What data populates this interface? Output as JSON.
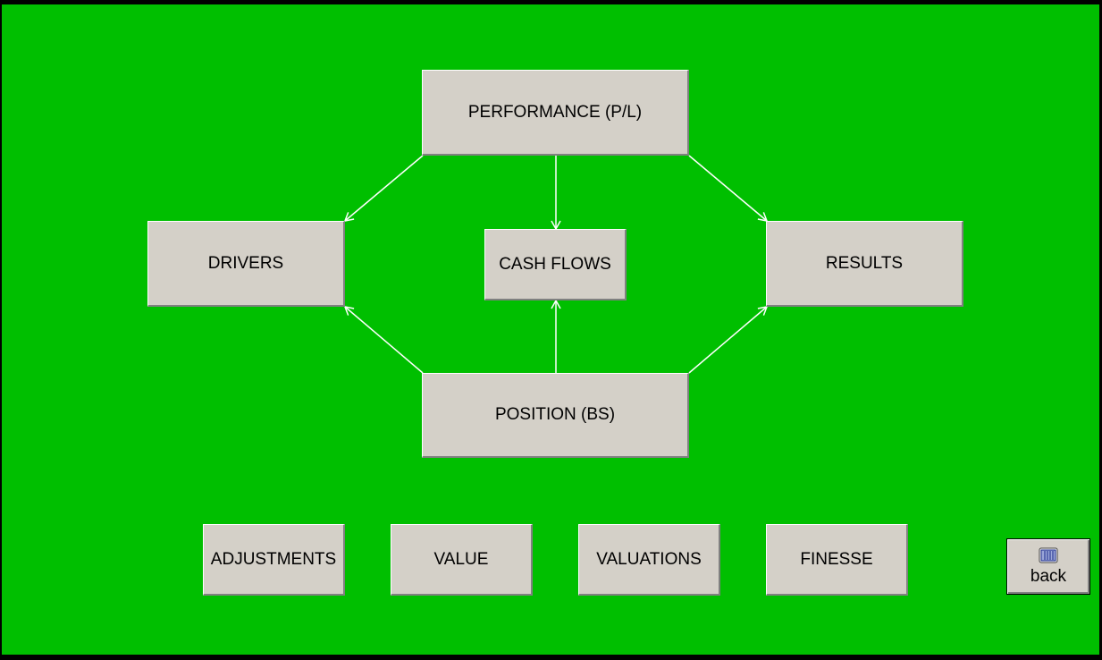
{
  "diagram": {
    "performance": "PERFORMANCE (P/L)",
    "drivers": "DRIVERS",
    "cash_flows": "CASH FLOWS",
    "results": "RESULTS",
    "position": "POSITION (BS)"
  },
  "nav": {
    "adjustments": "ADJUSTMENTS",
    "value": "VALUE",
    "valuations": "VALUATIONS",
    "finesse": "FINESSE"
  },
  "back": {
    "label": "back",
    "icon": "calculator-icon"
  },
  "colors": {
    "background": "#00bf00",
    "button_face": "#d4d0c8",
    "arrow": "#ffffff"
  }
}
